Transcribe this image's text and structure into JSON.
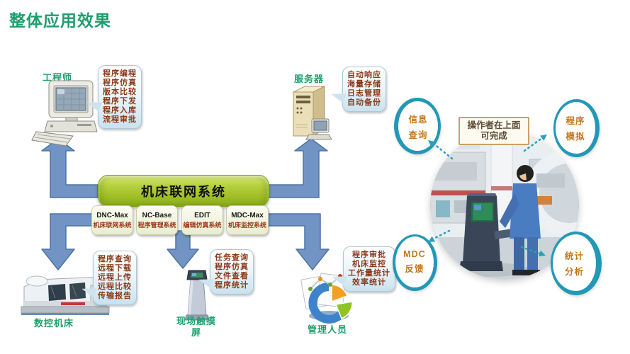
{
  "title": "整体应用效果",
  "nodes": {
    "engineer": {
      "label": "工程师",
      "features": [
        "程序编程",
        "程序仿真",
        "版本比较",
        "程序下发",
        "程序入库",
        "流程审批"
      ]
    },
    "server": {
      "label": "服务器",
      "features": [
        "自动响应",
        "海量存储",
        "日志管理",
        "自动备份"
      ]
    },
    "cnc": {
      "label": "数控机床",
      "features": [
        "程序查询",
        "远程下载",
        "远程上传",
        "远程比较",
        "传输报告"
      ]
    },
    "kiosk": {
      "label": "现场触摸屏",
      "features": [
        "任务查询",
        "程序仿真",
        "文件查看",
        "程序统计"
      ]
    },
    "manager": {
      "label": "管理人员",
      "features": [
        "程序审批",
        "机床监控",
        "工作量统计",
        "效率统计"
      ]
    }
  },
  "system": {
    "title": "机床联网系统",
    "modules": [
      {
        "name": "DNC-Max",
        "desc": "机床联网系统"
      },
      {
        "name": "NC-Base",
        "desc": "程序管理系统"
      },
      {
        "name": "EDIT",
        "desc": "编辑仿真系统"
      },
      {
        "name": "MDC-Max",
        "desc": "机床监控系统"
      }
    ]
  },
  "photo": {
    "caption_line1": "操作者在上面",
    "caption_line2": "可完成",
    "bubbles": [
      {
        "line1": "信息",
        "line2": "查询"
      },
      {
        "line1": "程序",
        "line2": "模拟"
      },
      {
        "line1": "MDC",
        "line2": "反馈"
      },
      {
        "line1": "统计",
        "line2": "分析"
      }
    ]
  },
  "colors": {
    "title_green": "#1f9e6e",
    "label_green": "#21a06d",
    "system_box_green": "#a9c72e",
    "module_desc_red": "#9c3719",
    "callout_text": "#8a3a1a",
    "arrow_blue": "#7294c4",
    "ring_teal": "#2398b6",
    "bubble_text": "#c4771b",
    "caption_border": "#c9a06a"
  }
}
